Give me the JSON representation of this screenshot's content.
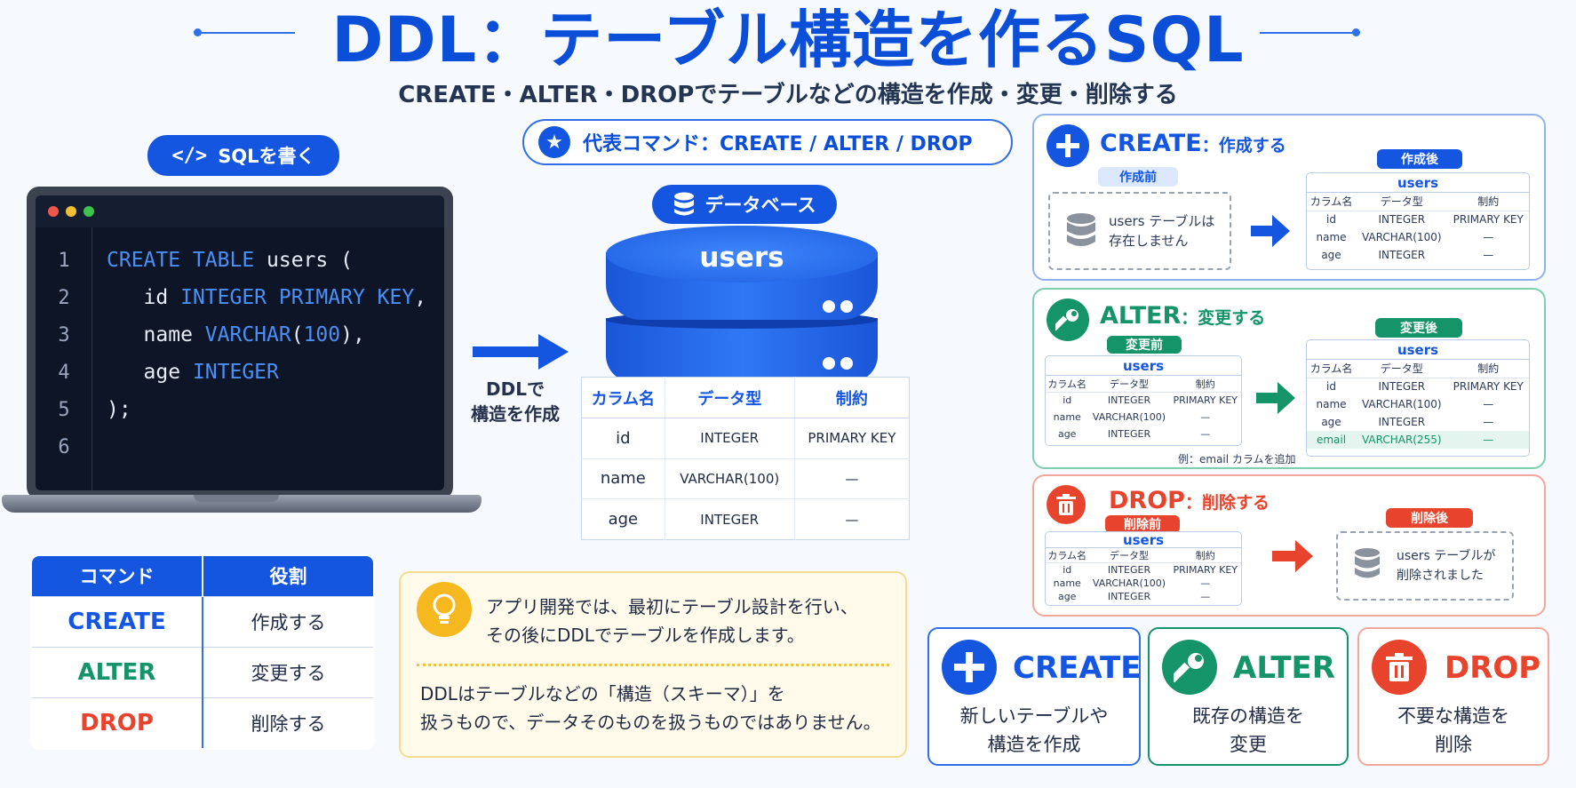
{
  "header": {
    "title": "DDL：テーブル構造を作るSQL",
    "subtitle": "CREATE・ALTER・DROPでテーブルなどの構造を作成・変更・削除する"
  },
  "colors": {
    "primary_blue": "#1556e0",
    "alter_green": "#149468",
    "drop_red": "#e8432c",
    "code_bg": "#0d1526"
  },
  "editor": {
    "pill_icon": "code-icon",
    "pill_label": "SQLを書く",
    "lines": [
      {
        "num": "1",
        "code": "CREATE TABLE users ("
      },
      {
        "num": "2",
        "code": "   id INTEGER PRIMARY KEY,"
      },
      {
        "num": "3",
        "code": "   name VARCHAR(100),"
      },
      {
        "num": "4",
        "code": "   age INTEGER"
      },
      {
        "num": "5",
        "code": ");"
      },
      {
        "num": "6",
        "code": ""
      }
    ]
  },
  "middle": {
    "arrow_label_1": "DDLで",
    "arrow_label_2": "構造を作成",
    "commands_pill_icon": "star-icon",
    "commands_pill": "代表コマンド：CREATE / ALTER / DROP",
    "db_pill_icon": "database-icon",
    "db_pill": "データベース",
    "db_table_name": "users"
  },
  "users_table": {
    "headers": [
      "カラム名",
      "データ型",
      "制約"
    ],
    "rows": [
      [
        "id",
        "INTEGER",
        "PRIMARY KEY"
      ],
      [
        "name",
        "VARCHAR(100)",
        "—"
      ],
      [
        "age",
        "INTEGER",
        "—"
      ]
    ]
  },
  "command_table": {
    "headers": [
      "コマンド",
      "役割"
    ],
    "rows": [
      {
        "cmd": "CREATE",
        "role": "作成する"
      },
      {
        "cmd": "ALTER",
        "role": "変更する"
      },
      {
        "cmd": "DROP",
        "role": "削除する"
      }
    ]
  },
  "info": {
    "icon": "lightbulb-icon",
    "text1": "アプリ開発では、最初にテーブル設計を行い、",
    "text2": "その後にDDLでテーブルを作成します。",
    "text3": "DDLはテーブルなどの「構造（スキーマ）」を",
    "text4": "扱うもので、データそのものを扱うものではありません。"
  },
  "create_panel": {
    "icon": "plus-icon",
    "title": "CREATE",
    "subtitle": "：作成する",
    "before_tag": "作成前",
    "after_tag": "作成後",
    "before_text1": "users テーブルは",
    "before_text2": "存在しません",
    "table_name": "users",
    "headers": [
      "カラム名",
      "データ型",
      "制約"
    ],
    "rows": [
      [
        "id",
        "INTEGER",
        "PRIMARY KEY"
      ],
      [
        "name",
        "VARCHAR(100)",
        "—"
      ],
      [
        "age",
        "INTEGER",
        "—"
      ]
    ]
  },
  "alter_panel": {
    "icon": "wrench-icon",
    "title": "ALTER",
    "subtitle": "：変更する",
    "before_tag": "変更前",
    "after_tag": "変更後",
    "table_name": "users",
    "headers": [
      "カラム名",
      "データ型",
      "制約"
    ],
    "before_rows": [
      [
        "id",
        "INTEGER",
        "PRIMARY KEY"
      ],
      [
        "name",
        "VARCHAR(100)",
        "—"
      ],
      [
        "age",
        "INTEGER",
        "—"
      ]
    ],
    "after_rows": [
      [
        "id",
        "INTEGER",
        "PRIMARY KEY"
      ],
      [
        "name",
        "VARCHAR(100)",
        "—"
      ],
      [
        "age",
        "INTEGER",
        "—"
      ],
      [
        "email",
        "VARCHAR(255)",
        "—"
      ]
    ],
    "note": "例：email カラムを追加"
  },
  "drop_panel": {
    "icon": "trash-icon",
    "title": "DROP",
    "subtitle": "：削除する",
    "before_tag": "削除前",
    "after_tag": "削除後",
    "table_name": "users",
    "headers": [
      "カラム名",
      "データ型",
      "制約"
    ],
    "rows": [
      [
        "id",
        "INTEGER",
        "PRIMARY KEY"
      ],
      [
        "name",
        "VARCHAR(100)",
        "—"
      ],
      [
        "age",
        "INTEGER",
        "—"
      ]
    ],
    "after_text1": "users テーブルが",
    "after_text2": "削除されました"
  },
  "summary_cards": [
    {
      "icon": "plus-icon",
      "title": "CREATE",
      "line1": "新しいテーブルや",
      "line2": "構造を作成"
    },
    {
      "icon": "wrench-icon",
      "title": "ALTER",
      "line1": "既存の構造を",
      "line2": "変更"
    },
    {
      "icon": "trash-icon",
      "title": "DROP",
      "line1": "不要な構造を",
      "line2": "削除"
    }
  ]
}
